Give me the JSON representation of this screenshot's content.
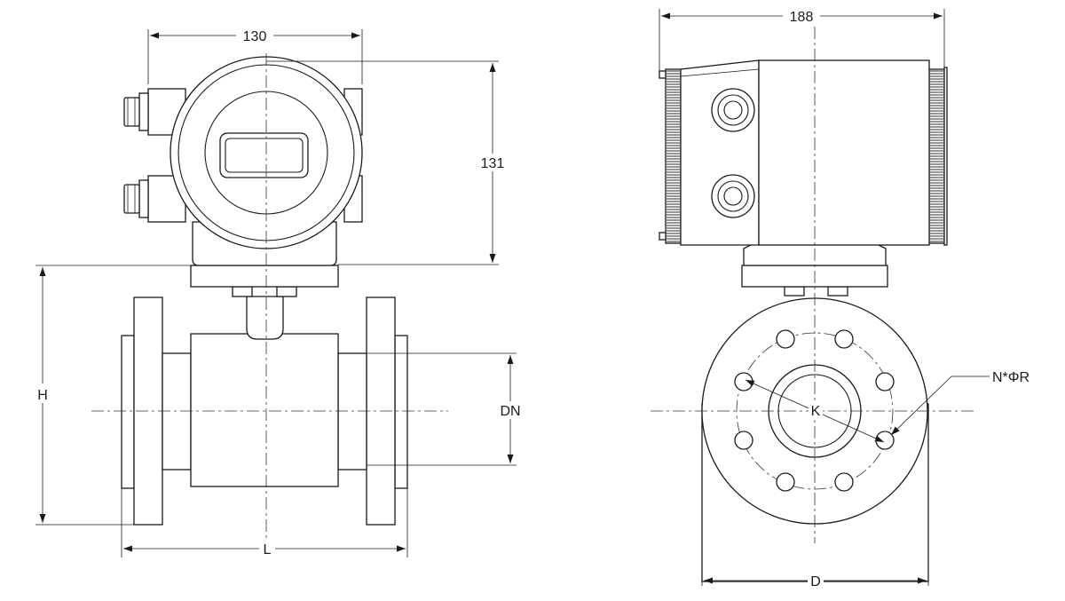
{
  "dimensions": {
    "front_width": "130",
    "front_height": "131",
    "side_width": "188",
    "total_height": "H",
    "diameter_nominal": "DN",
    "length": "L",
    "flange_diameter": "D",
    "bolt_circle": "K",
    "bolt_holes": "N*ΦR"
  }
}
